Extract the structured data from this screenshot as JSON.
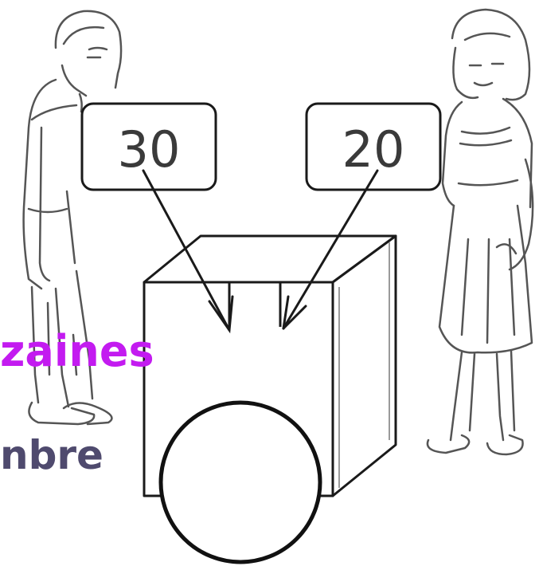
{
  "bubbles": {
    "left_value": "30",
    "right_value": "20"
  },
  "side_words": {
    "word1": "zaines",
    "word2": "nbre"
  },
  "colors": {
    "word1": "#c31bf0",
    "word2": "#4f4a6e",
    "line": "#1a1a1a",
    "sketch": "#555555"
  },
  "icons": {
    "boy": "boy-figure-icon",
    "girl": "girl-figure-icon",
    "machine": "box-machine-icon"
  }
}
